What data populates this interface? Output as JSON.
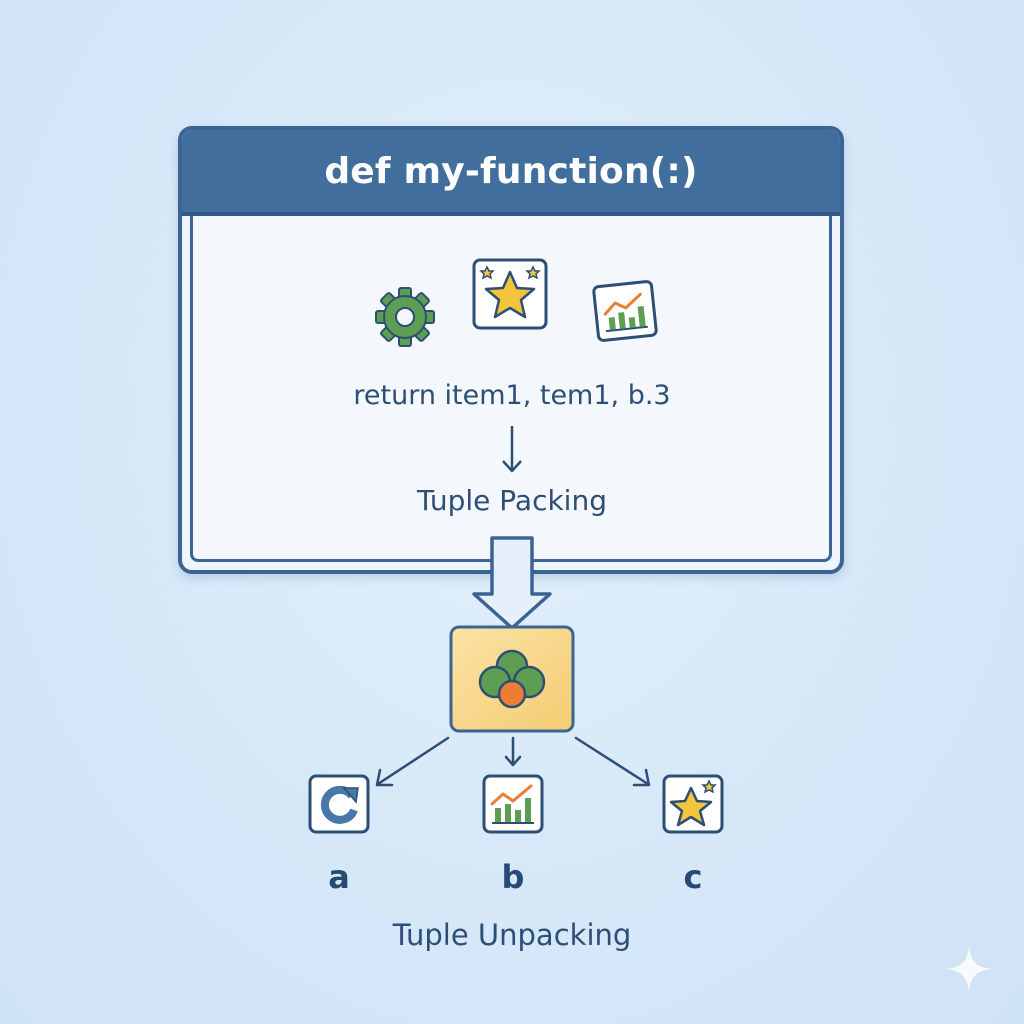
{
  "function_block": {
    "title": "def my-function(:)",
    "icons": [
      "gear-icon",
      "star-icon",
      "chart-icon"
    ],
    "code": "return item1, tem1, b.3",
    "packing_label": "Tuple Packing"
  },
  "tuple_container": {
    "icon": "grouped-circles-icon"
  },
  "unpacked": [
    {
      "icon": "refresh-icon",
      "label": "a"
    },
    {
      "icon": "chart-icon",
      "label": "b"
    },
    {
      "icon": "star-icon",
      "label": "c"
    }
  ],
  "unpacking_label": "Tuple Unpacking",
  "colors": {
    "background": "#d6e8f8",
    "header": "#416e9d",
    "border": "#3b6494",
    "tuple_box": "#f7d88a",
    "green": "#5d9e52",
    "orange": "#ec7d35",
    "star": "#f2c53d"
  }
}
